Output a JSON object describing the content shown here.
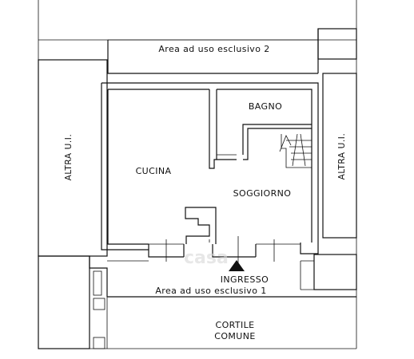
{
  "labels": {
    "area_2": "Area ad uso esclusivo 2",
    "area_1": "Area ad uso esclusivo 1",
    "bagno": "BAGNO",
    "cucina": "CUCINA",
    "soggiorno": "SOGGIORNO",
    "ingresso": "INGRESSO",
    "altra_left": "ALTRA U.I.",
    "altra_right": "ALTRA U.I.",
    "cortile_line1": "CORTILE",
    "cortile_line2": "COMUNE"
  },
  "colors": {
    "line": "#111111",
    "hatch": "#333333",
    "background": "#ffffff",
    "watermark": "#d8d8d8"
  },
  "icons": {
    "entrance_marker": "triangle-up",
    "stair": "stair-arrow"
  }
}
